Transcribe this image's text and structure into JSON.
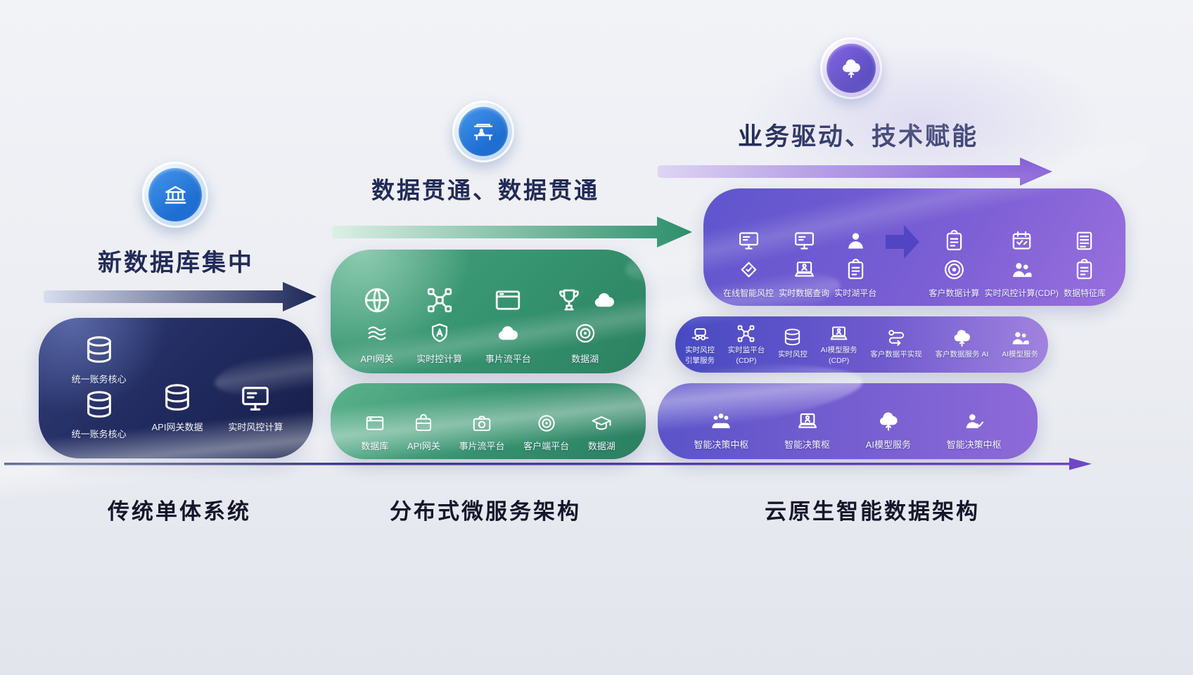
{
  "colors": {
    "navy_box": "#1f2a5e",
    "green_box": "#34926e",
    "purple_box": "#7a5ed4",
    "title_text": "#222b58",
    "axis_text": "#15162b",
    "hub_blue": "#2b7ada",
    "hub_purple": "#6c54d6"
  },
  "stage1": {
    "hub_icon": "bank-building-icon",
    "title": "新数据库集中",
    "axis_label": "传统单体系统",
    "box": {
      "col1_top": {
        "icon": "database-sync-icon",
        "label": "统一账务核心"
      },
      "col1_bottom": {
        "icon": "database-heart-icon",
        "label": "统一账务核心"
      },
      "col2": {
        "icon": "database-pair-icon",
        "label": "API网关数据"
      },
      "col3": {
        "icon": "dual-screens-icon",
        "label": "实时风控计算"
      }
    }
  },
  "stage2": {
    "hub_icon": "service-counter-icon",
    "title": "数据贯通、数据贯通",
    "axis_label": "分布式微服务架构",
    "box1": {
      "columns": [
        {
          "top_icon": "globe-icon",
          "bottom_icon": "waves-icon",
          "label": "API网关"
        },
        {
          "top_icon": "network-node-icon",
          "bottom_icon": "shield-a-icon",
          "label": "实时控计算"
        },
        {
          "top_icon": "browser-card-icon",
          "bottom_icon": "cloud-users-icon",
          "label": "事片流平台"
        },
        {
          "top_icon": "trophy-icon",
          "top_icon2": "cloud-sync-icon",
          "bottom_icon": "smile-circle-icon",
          "label": "数据湖"
        }
      ]
    },
    "box2": {
      "items": [
        {
          "icon": "browser-window-icon",
          "label": "数据库"
        },
        {
          "icon": "briefcase-icon",
          "label": "API网关"
        },
        {
          "icon": "camera-badge-icon",
          "label": "事片流平台"
        },
        {
          "icon": "radar-icon",
          "label": "客户端平台"
        },
        {
          "icon": "grad-cap-icon",
          "label": "数据湖"
        }
      ]
    }
  },
  "stage3": {
    "hub_icon": "cloud-ai-icon",
    "title": "业务驱动、技术赋能",
    "axis_label": "云原生智能数据架构",
    "box1": {
      "group1": [
        {
          "top_icon": "monitor-icon",
          "bottom_icon": "diamond-shield-icon",
          "label": "在线智能风控"
        },
        {
          "top_icon": "server-monitor-icon",
          "bottom_icon": "laptop-user-icon",
          "label": "实时数据查询"
        },
        {
          "top_icon": "person-icon",
          "bottom_icon": "clipboard-check-icon",
          "label": "实时湖平台"
        }
      ],
      "group2": [
        {
          "top_icon": "clipboard-icon",
          "bottom_icon": "target-icon",
          "label": "客户数据计算"
        },
        {
          "top_icon": "calendar-icon",
          "bottom_icon": "user-group-icon",
          "label": "实时风控计算(CDP)"
        },
        {
          "top_icon": "document-icon",
          "bottom_icon": "clipboard-list-icon",
          "label": "数据特征库"
        }
      ]
    },
    "strip": {
      "items": [
        {
          "icon": "vehicle-icon",
          "label": "实时风控",
          "sub": "引擎服务"
        },
        {
          "icon": "robot-network-icon",
          "label": "实时监平台",
          "sub": "(CDP)"
        },
        {
          "icon": "database-stack-icon",
          "label": "实时风控",
          "sub": ""
        },
        {
          "icon": "laptop-user-icon",
          "label": "AI模型服务",
          "sub": "(CDP)"
        },
        {
          "icon": "flow-arrows-icon",
          "label": "客户数据平实现",
          "sub": ""
        },
        {
          "icon": "cloud-download-icon",
          "label": "客户数据服务 AI",
          "sub": ""
        },
        {
          "icon": "user-cloud-icon",
          "label": "AI模型服务",
          "sub": ""
        }
      ]
    },
    "box3": {
      "items": [
        {
          "icon": "people-group-icon",
          "label": "智能决策中枢"
        },
        {
          "icon": "laptop-user-icon",
          "label": "智能决策枢"
        },
        {
          "icon": "cloud-upload-icon",
          "label": "AI模型服务"
        },
        {
          "icon": "user-check-icon",
          "label": "智能决策中枢"
        }
      ]
    }
  }
}
